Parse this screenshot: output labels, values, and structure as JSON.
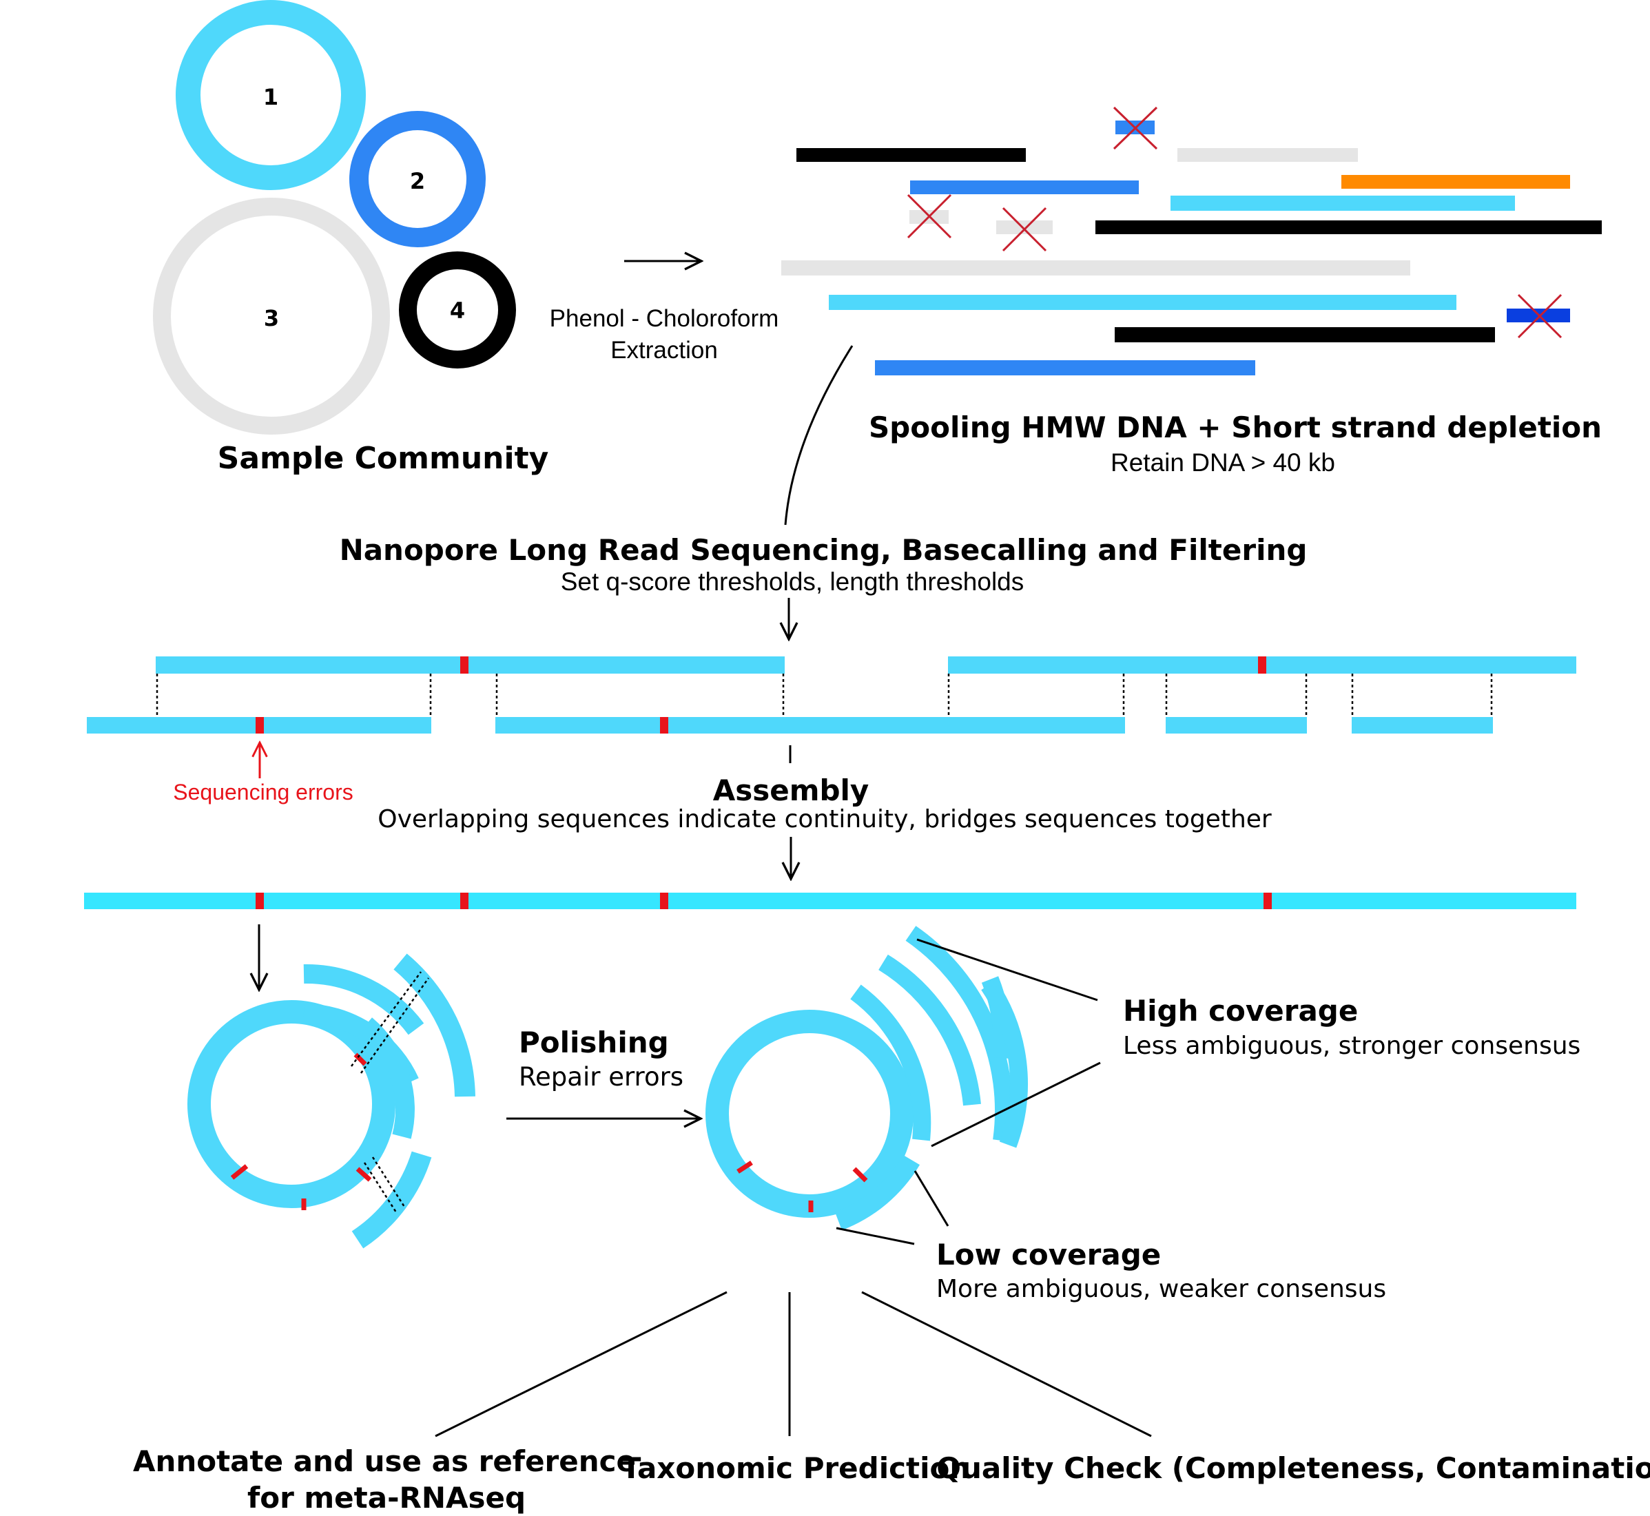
{
  "community": {
    "title": "Sample Community",
    "organisms": [
      {
        "label": "1",
        "color": "#4fd8fb"
      },
      {
        "label": "2",
        "color": "#2f86f4"
      },
      {
        "label": "3",
        "color": "#e5e5e5"
      },
      {
        "label": "4",
        "color": "#000000"
      }
    ]
  },
  "extraction": {
    "line1": "Phenol - Choloroform",
    "line2": "Extraction"
  },
  "spooling": {
    "title": "Spooling HMW DNA + Short strand depletion",
    "subtitle": "Retain DNA > 40 kb"
  },
  "sequencing": {
    "title": "Nanopore Long Read Sequencing, Basecalling and Filtering",
    "subtitle": "Set q-score thresholds, length thresholds"
  },
  "errors": {
    "label": "Sequencing errors",
    "color": "#e8141b"
  },
  "assembly": {
    "title": "Assembly",
    "subtitle": "Overlapping sequences indicate continuity, bridges sequences together"
  },
  "polishing": {
    "title": "Polishing",
    "subtitle": "Repair errors"
  },
  "high_coverage": {
    "title": "High coverage",
    "subtitle": "Less ambiguous, stronger consensus"
  },
  "low_coverage": {
    "title": "Low coverage",
    "subtitle": "More ambiguous, weaker consensus"
  },
  "outputs": [
    {
      "line1": "Annotate and use as reference",
      "line2": "for meta-RNAseq"
    },
    {
      "line1": "Taxonomic Prediction"
    },
    {
      "line1": "Quality Check (Completeness, Contamination)"
    }
  ],
  "colors": {
    "read": "#4fd8fb",
    "read_blue": "#2f86f4",
    "grey": "#e5e5e5",
    "black": "#000000",
    "orange": "#ff8a00",
    "cross": "#c8202e",
    "contig": "#36e6ff"
  }
}
